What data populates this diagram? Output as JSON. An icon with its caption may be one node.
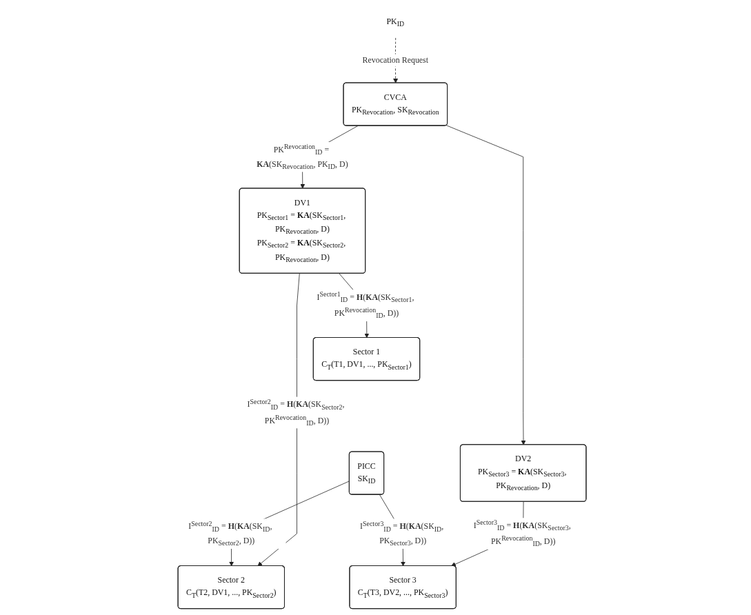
{
  "diagram": {
    "nodes": [
      {
        "text": [
          "CVCA",
          "PK$_{Revocation}$, SK$_{Revocation}$"
        ]
      },
      {
        "text": [
          "PK$_{ID}$"
        ]
      },
      {
        "text": [
          "DV1",
          "PK$_{Sector1}$ = **KA**(SK$_{Sector1}$, PK$_{Revocation}$, D)",
          "PK$_{Sector2}$ = **KA**(SK$_{Sector2}$, PK$_{Revocation}$, D)"
        ]
      },
      {
        "text": [
          "DV2",
          "PK$_{Sector3}$ = **KA**(SK$_{Sector3}$, PK$_{Revocation}$, D)"
        ]
      },
      {
        "text": [
          "Sector 1",
          "C$_{T}$(T1, DV1, ..., PK$_{Sector1}$)"
        ]
      },
      {
        "text": [
          "Sector 2",
          "C$_{T}$(T2, DV1, ..., PK$_{Sector2}$)"
        ]
      },
      {
        "text": [
          "Sector 3",
          "C$_{T}$(T3, DV2, ..., PK$_{Sector3}$)"
        ]
      },
      {
        "text": [
          "PICC",
          "SK$_{ID}$"
        ]
      }
    ],
    "edges": [
      {
        "from": 1,
        "to": 0,
        "arrow": "to",
        "label": "Revocation Request",
        "style": "dashed"
      },
      {
        "from": 0,
        "to": 2,
        "arrow": "to",
        "label": "PK$^{Revocation}$$_{ID}$ = **KA**(SK$_{Revocation}$, PK$_{ID}$, D)"
      },
      {
        "from": 0,
        "to": 3,
        "arrow": "to"
      },
      {
        "from": 2,
        "to": 4,
        "arrow": "to",
        "label": "I$^{Sector1}$$_{ID}$ = **H**(**KA**(SK$_{Sector1}$, PK$^{Revocation}$$_{ID}$, D))"
      },
      {
        "from": 2,
        "to": 5,
        "arrow": "to",
        "label": "I$^{Sector2}$$_{ID}$ = **H**(**KA**(SK$_{Sector2}$, PK$^{Revocation}$$_{ID}$, D))"
      },
      {
        "from": 3,
        "to": 6,
        "arrow": "to",
        "label": "I$^{Sector3}$$_{ID}$ = **H**(**KA**(SK$_{Sector3}$, PK$^{Revocation}$$_{ID}$, D))"
      },
      {
        "from": 7,
        "to": 5,
        "arrow": "to",
        "label": "I$^{Sector2}$$_{ID}$ = **H**(**KA**(SK$_{ID}$, PK$_{Sector2}$, D))"
      },
      {
        "from": 7,
        "to": 6,
        "arrow": "to",
        "label": "I$^{Sector3}$$_{ID}$ = **H**(**KA**(SK$_{ID}$, PK$_{Sector3}$, D))"
      }
    ]
  }
}
